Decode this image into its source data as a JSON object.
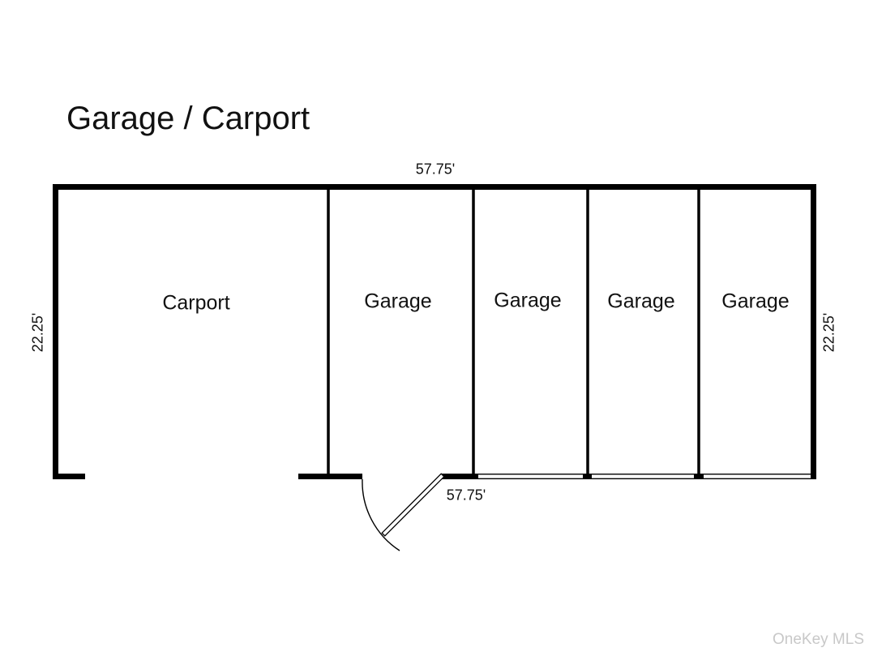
{
  "page": {
    "title": "Garage / Carport",
    "watermark": "OneKey MLS"
  },
  "floorplan": {
    "rooms": [
      {
        "name": "carport",
        "label": "Carport"
      },
      {
        "name": "garage-1",
        "label": "Garage"
      },
      {
        "name": "garage-2",
        "label": "Garage"
      },
      {
        "name": "garage-3",
        "label": "Garage"
      },
      {
        "name": "garage-4",
        "label": "Garage"
      }
    ],
    "dimensions": {
      "top_width": "57.75'",
      "bottom_width": "57.75'",
      "left_height": "22.25'",
      "right_height": "22.25'"
    },
    "features": {
      "door": "swing-door-bottom",
      "garage_door_openings": 3,
      "carport_open_front": true
    },
    "colors": {
      "wall": "#000000",
      "text": "#111111",
      "watermark": "#c8c8c8",
      "background": "#ffffff"
    }
  }
}
